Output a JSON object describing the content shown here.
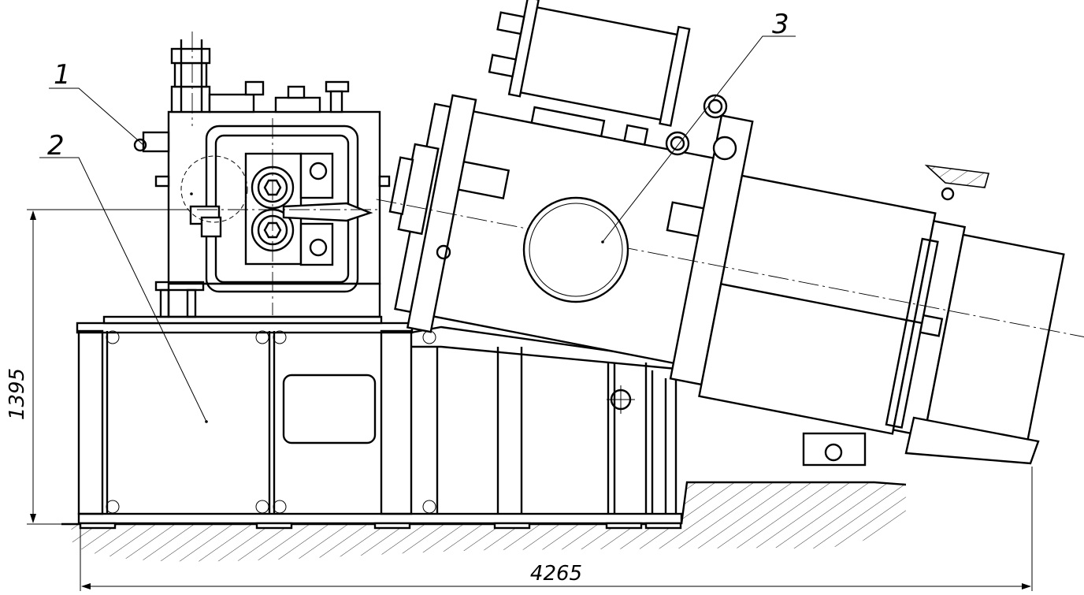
{
  "callouts": [
    "1",
    "2",
    "3"
  ],
  "dimensions": {
    "height": "1395",
    "length": "4265"
  }
}
